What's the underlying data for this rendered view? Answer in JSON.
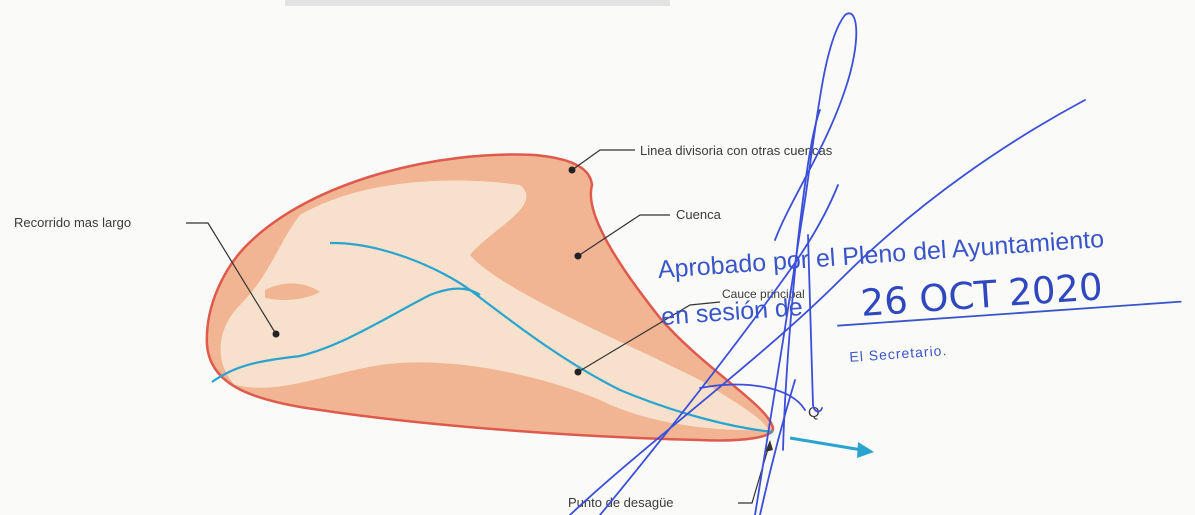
{
  "diagram": {
    "labels": {
      "divide_line": "Linea divisoria con otras cuencas",
      "basin": "Cuenca",
      "longest_path": "Recorrido mas largo",
      "main_channel": "Cauce principal",
      "outlet": "Punto de desagüe",
      "flow_symbol": "Q"
    },
    "colors": {
      "basin_fill": "#f2b594",
      "basin_outline": "#de5a4c",
      "valley_fill": "#f8e1cc",
      "channel": "#2aa4cf",
      "flow_arrow": "#2aa4cf",
      "leader": "#333333"
    }
  },
  "stamp": {
    "line1": "Aprobado por el Pleno del Ayuntamiento",
    "line2": "en sesión de",
    "date": "26 OCT 2020",
    "secretary": "El Secretario.",
    "ink_color": "#3a55c8"
  }
}
